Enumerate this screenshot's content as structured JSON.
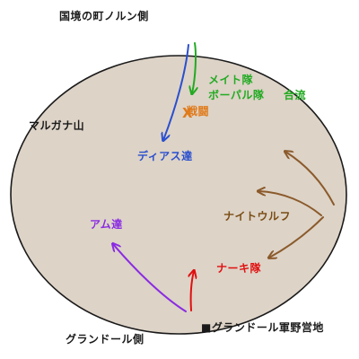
{
  "map": {
    "labels": {
      "north_border": "国境の町ノルン側",
      "mountain": "マルガナ山",
      "meit_squad": "メイト隊",
      "boparu_squad": "ボーパル隊",
      "merge": "合流",
      "battle": "戦闘",
      "dias_group": "ディアス達",
      "knight_wolf": "ナイトウルフ",
      "am_group": "アム達",
      "naki_squad": "ナーキ隊",
      "grandol_side": "グランドール側",
      "grandol_camp": "■グランドール軍野営地"
    },
    "markers": {
      "battle_marker": "X"
    },
    "colors": {
      "background": "#ffffff",
      "field_fill": "#ddd3c7",
      "field_stroke": "#1a1a1a",
      "text_black": "#1a1a1a",
      "green": "#22aa22",
      "blue": "#2a4fcf",
      "orange": "#e07a1a",
      "brown": "#8b5a2b",
      "purple": "#8a2be2",
      "red": "#e01010"
    }
  }
}
